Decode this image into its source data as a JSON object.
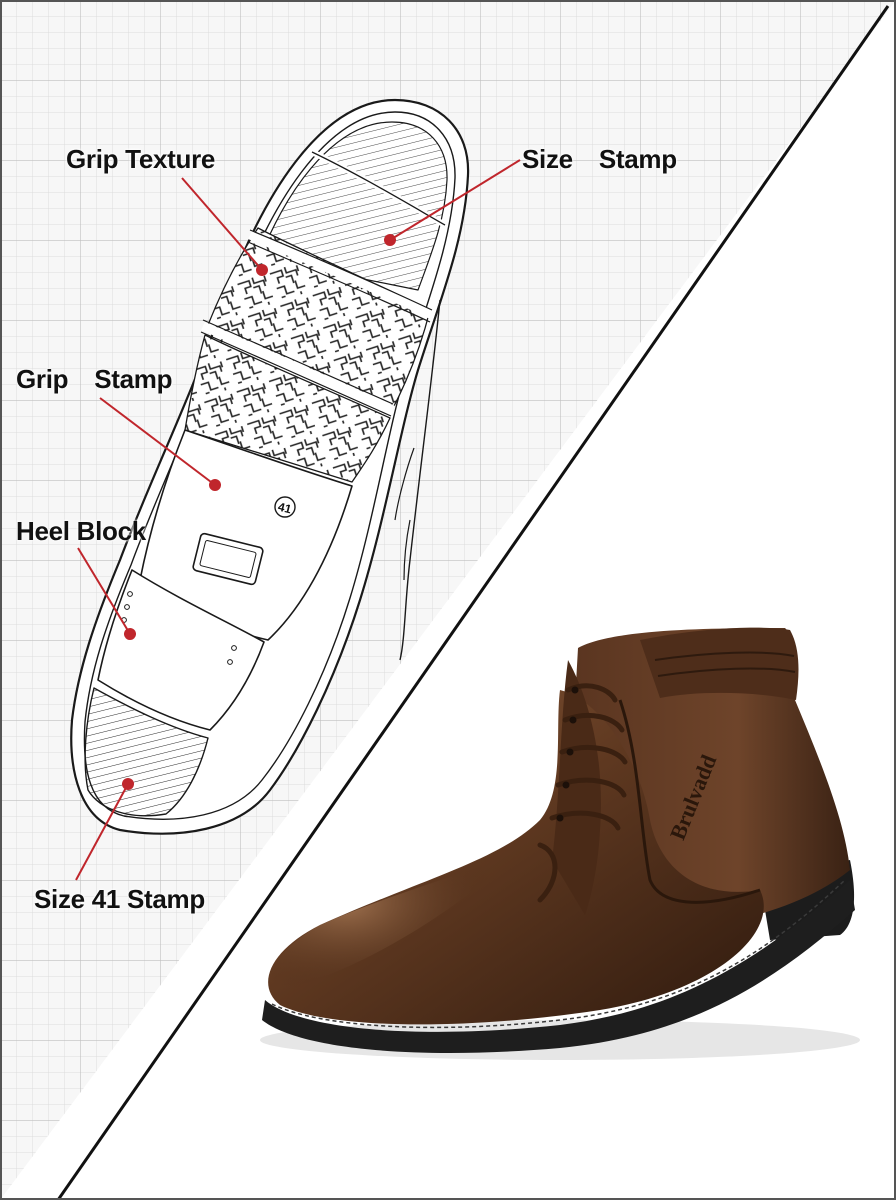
{
  "colors": {
    "accent": "#c0262c",
    "grid_minor": "#d9d9d9",
    "grid_major": "#b8b8b8",
    "outline": "#1a1a1a",
    "leather_dark": "#3a2214",
    "leather_mid": "#6b4126",
    "leather_light": "#9a6a48",
    "sole": "#1e1e1e"
  },
  "labels": {
    "grip_texture": "Grip Texture",
    "size_stamp_top_a": "Size",
    "size_stamp_top_b": "Stamp",
    "grip_stamp_a": "Grip",
    "grip_stamp_b": "Stamp",
    "heel_block": "Heel Block",
    "size_41_stamp": "Size 41 Stamp"
  },
  "sole_marks": {
    "size_badge": "41"
  },
  "boot": {
    "brand_text": "Brulvadd"
  },
  "icons": {
    "sole": "shoe-sole-outline",
    "boot": "leather-chukka-boot"
  }
}
